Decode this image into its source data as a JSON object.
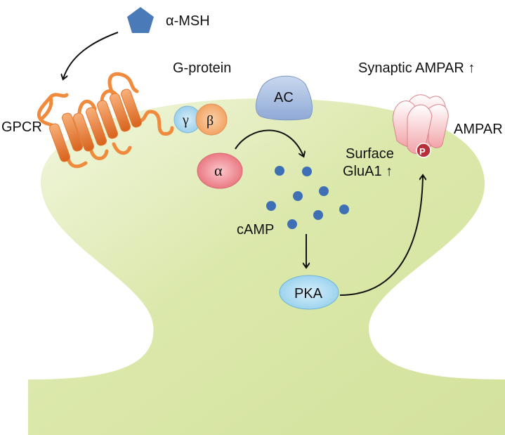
{
  "labels": {
    "ligand": "α-MSH",
    "g_protein": "G-protein",
    "gpcr": "GPCR",
    "ac": "AC",
    "gamma": "γ",
    "beta": "β",
    "alpha": "α",
    "camp": "cAMP",
    "pka": "PKA",
    "phospho": "P",
    "synaptic_ampar": "Synaptic AMPAR ↑",
    "ampar": "AMPAR",
    "surface": "Surface",
    "glua1": "GluA1 ↑"
  },
  "colors": {
    "spine": "#d9e7a8",
    "ligand": "#4a7ab8",
    "gpcr": "#f08a3c",
    "gamma": "#a9d8ef",
    "beta": "#f7b27a",
    "alpha": "#ef8a92",
    "ac": "#a7bde0",
    "camp": "#3f6fb5",
    "pka": "#a8daf0",
    "ampar": "#f6b9bd",
    "phospho": "#b5303a"
  }
}
